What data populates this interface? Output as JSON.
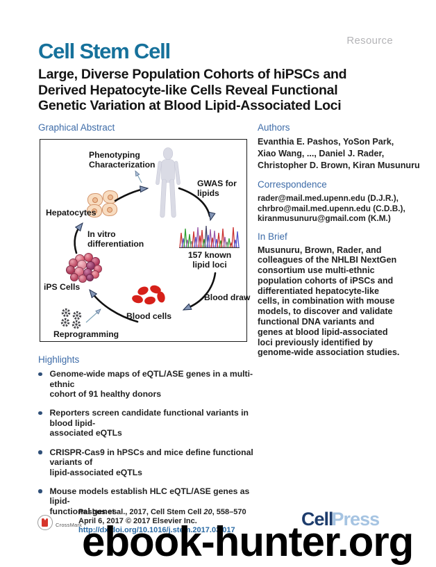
{
  "masthead": {
    "journal_logo": "Cell Stem Cell",
    "article_type": "Resource"
  },
  "title": {
    "full": "Large, Diverse Population Cohorts of hiPSCs and Derived Hepatocyte-like Cells Reveal Functional Genetic Variation at Blood Lipid-Associated Loci",
    "lines": [
      "Large, Diverse Population Cohorts of hiPSCs and",
      "Derived Hepatocyte-like Cells Reveal Functional",
      "Genetic Variation at Blood Lipid-Associated Loci"
    ]
  },
  "graphical_abstract": {
    "heading": "Graphical Abstract",
    "nodes": {
      "phenotyping_line1": "Phenotyping",
      "phenotyping_line2": "Characterization",
      "hepatocytes": "Hepatocytes",
      "gwas_line1": "GWAS for",
      "gwas_line2": "lipids",
      "lipid_loci_line1": "157 known",
      "lipid_loci_line2": "lipid loci",
      "blood_draw": "Blood draw",
      "blood_cells": "Blood cells",
      "ips_cells": "iPS Cells",
      "in_vitro_line1": "In vitro",
      "in_vitro_line2": "differentiation",
      "reprogramming": "Reprogramming"
    }
  },
  "authors": {
    "heading": "Authors",
    "lines": [
      "Evanthia E. Pashos, YoSon Park,",
      "Xiao Wang, ..., Daniel J. Rader,",
      "Christopher D. Brown, Kiran Musunuru"
    ]
  },
  "correspondence": {
    "heading": "Correspondence",
    "lines": [
      "rader@mail.med.upenn.edu (D.J.R.),",
      "chrbro@mail.med.upenn.edu (C.D.B.),",
      "kiranmusunuru@gmail.com (K.M.)"
    ]
  },
  "in_brief": {
    "heading": "In Brief",
    "text": "Musunuru, Brown, Rader, and colleagues of the NHLBI NextGen consortium use multi-ethnic population cohorts of iPSCs and differentiated hepatocyte-like cells, in combination with mouse models, to discover and validate functional DNA variants and genes at blood lipid-associated loci previously identified by genome-wide association studies."
  },
  "highlights": {
    "heading": "Highlights",
    "items": [
      {
        "lines": [
          "Genome-wide maps of eQTL/ASE genes in a multi-ethnic",
          "cohort of 91 healthy donors"
        ]
      },
      {
        "lines": [
          "Reporters screen candidate functional variants in blood lipid-",
          "associated eQTLs"
        ]
      },
      {
        "lines": [
          "CRISPR-Cas9 in hPSCs and mice define functional variants of",
          "lipid-associated eQTLs"
        ]
      },
      {
        "lines": [
          "Mouse models establish HLC eQTL/ASE genes as lipid-",
          "functional genes"
        ]
      }
    ]
  },
  "footer": {
    "crossmark_label": "CrossMark",
    "citation_prefix": "Pashos et al., 2017, Cell Stem Cell ",
    "citation_volume": "20",
    "citation_pages": ", 558–570",
    "copyright": "April 6, 2017 © 2017 Elsevier Inc.",
    "doi": "http://dx.doi.org/10.1016/j.stem.2017.03.017",
    "publisher_cell": "Cell",
    "publisher_press": "Press"
  },
  "watermark": "ebook-hunter.org",
  "colors": {
    "journal_teal": "#16719b",
    "heading_blue": "#3e6ca8",
    "resource_gray": "#b4b4b7",
    "link_blue": "#2a6aa4",
    "cellpress_dark": "#1d3c6c",
    "cellpress_light": "#a6c4e2",
    "crossmark_red": "#d6352b",
    "arrowhead_slate": "#8496b6"
  }
}
